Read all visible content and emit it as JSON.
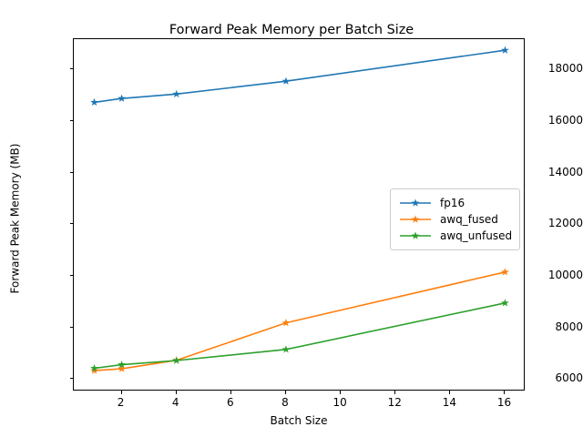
{
  "chart_data": {
    "type": "line",
    "title": "Forward Peak Memory per Batch Size",
    "xlabel": "Batch Size",
    "ylabel": "Forward Peak Memory (MB)",
    "x": [
      1,
      2,
      4,
      8,
      16
    ],
    "xlim": [
      0.25,
      16.75
    ],
    "ylim": [
      5520,
      19180
    ],
    "xticks": [
      2,
      4,
      6,
      8,
      10,
      12,
      14,
      16
    ],
    "xtick_labels": [
      "2",
      "4",
      "6",
      "8",
      "10",
      "12",
      "14",
      "16"
    ],
    "yticks": [
      6000,
      8000,
      10000,
      12000,
      14000,
      16000,
      18000
    ],
    "ytick_labels": [
      "6000",
      "8000",
      "10000",
      "12000",
      "14000",
      "16000",
      "18000"
    ],
    "grid": false,
    "legend_position": "center right",
    "marker": "star",
    "series": [
      {
        "name": "fp16",
        "color": "#1f77b4",
        "values": [
          16730,
          16880,
          17050,
          17550,
          18750
        ]
      },
      {
        "name": "awq_fused",
        "color": "#ff7f0e",
        "values": [
          6330,
          6400,
          6730,
          8180,
          10150
        ]
      },
      {
        "name": "awq_unfused",
        "color": "#2ca02c",
        "values": [
          6420,
          6560,
          6720,
          7150,
          8950
        ]
      }
    ]
  },
  "legend": {
    "entries": [
      {
        "label": "fp16"
      },
      {
        "label": "awq_fused"
      },
      {
        "label": "awq_unfused"
      }
    ]
  }
}
